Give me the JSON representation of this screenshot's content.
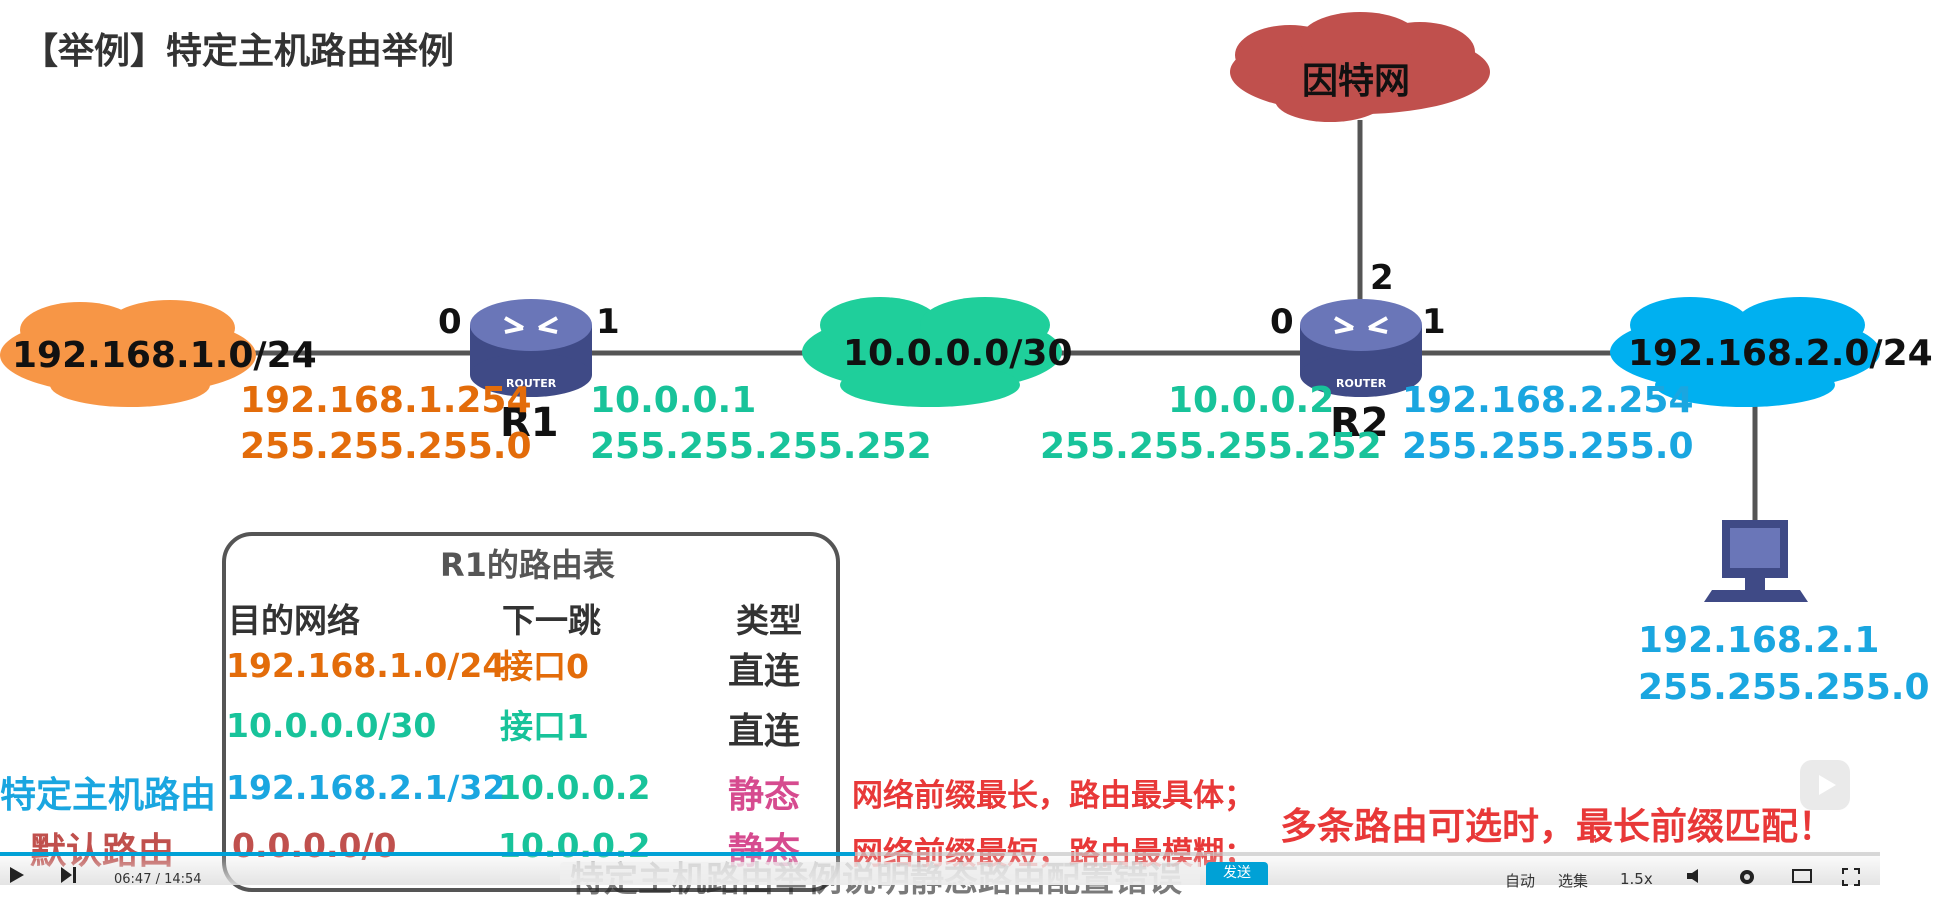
{
  "slide": {
    "title": "【举例】特定主机路由举例",
    "clouds": {
      "internet": "因特网",
      "lan1": "192.168.1.0/24",
      "link": "10.0.0.0/30",
      "lan2": "192.168.2.0/24"
    },
    "router1": {
      "name": "R1",
      "badge": "ROUTER",
      "port0": "0",
      "port1": "1",
      "if0_ip": "192.168.1.254",
      "if0_mask": "255.255.255.0",
      "if1_ip": "10.0.0.1",
      "if1_mask": "255.255.255.252"
    },
    "router2": {
      "name": "R2",
      "badge": "ROUTER",
      "port0": "0",
      "port1": "1",
      "port2": "2",
      "if0_ip": "10.0.0.2",
      "if0_mask": "255.255.255.252",
      "if1_ip": "192.168.2.254",
      "if1_mask": "255.255.255.0"
    },
    "host": {
      "ip": "192.168.2.1",
      "mask": "255.255.255.0"
    },
    "table": {
      "title": "R1的路由表",
      "headers": [
        "目的网络",
        "下一跳",
        "类型"
      ],
      "rows": [
        {
          "dest": "192.168.1.0/24",
          "next": "接口0",
          "type": "直连",
          "side": "",
          "note": ""
        },
        {
          "dest": "10.0.0.0/30",
          "next": "接口1",
          "type": "直连",
          "side": "",
          "note": ""
        },
        {
          "dest": "192.168.2.1/32",
          "next": "10.0.0.2",
          "type": "静态",
          "side": "特定主机路由",
          "note": "网络前缀最长，路由最具体；"
        },
        {
          "dest": "0.0.0.0/0",
          "next": "10.0.0.2",
          "type": "静态",
          "side": "默认路由",
          "note": "网络前缀最短，路由最模糊；"
        }
      ]
    },
    "conclusion": "多条路由可选时，最长前缀匹配！",
    "subtitle": "特定主机路由举例说明静态路由配置错误"
  },
  "player": {
    "time": "06:47 / 14:54",
    "progress": 0.455,
    "send_label": "发送",
    "auto_label": "自动",
    "episodes_label": "选集",
    "speed_label": "1.5x"
  },
  "colors": {
    "orange": "#e36c0a",
    "teal": "#18c39a",
    "blue": "#1aa6e0",
    "magenta": "#d64b8f",
    "red": "#e83838",
    "internet_cloud": "#c0504d",
    "lan1_cloud": "#f79646",
    "link_cloud": "#1fcf9b",
    "lan2_cloud": "#00b0f0",
    "router_body": "#4d5a9c",
    "accent": "#00a1d6"
  }
}
